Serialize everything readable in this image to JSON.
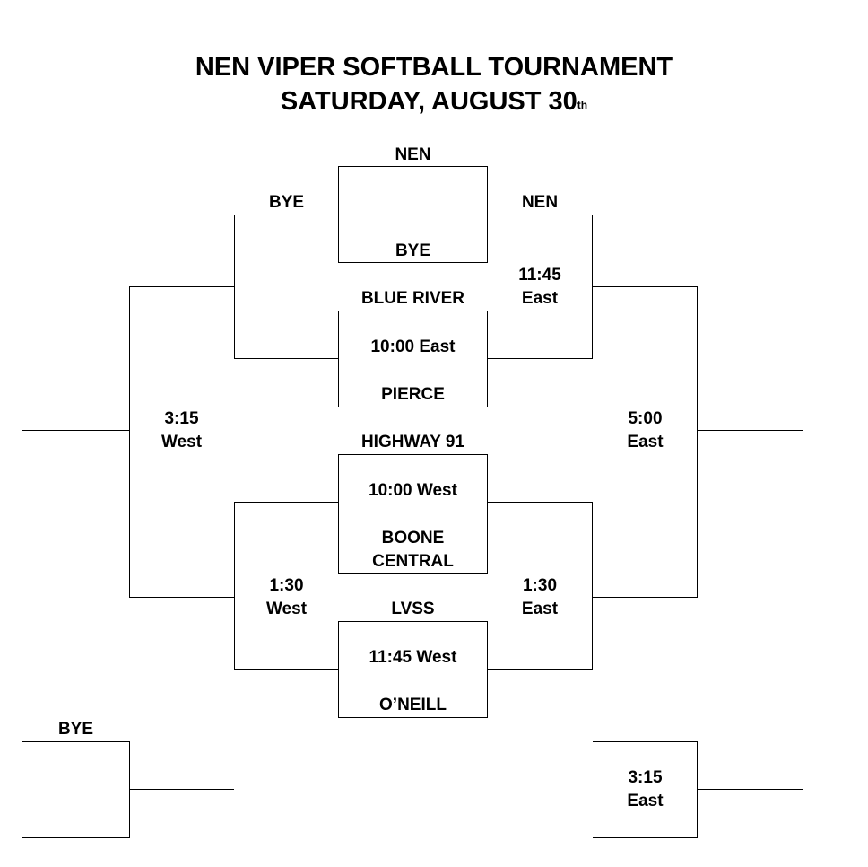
{
  "header": {
    "title_line1": "NEN VIPER SOFTBALL TOURNAMENT",
    "title_line2": "SATURDAY, AUGUST 30",
    "title_sup": "th"
  },
  "games": {
    "g1": {
      "top_team": "NEN",
      "bottom_team": "BYE",
      "time": ""
    },
    "g2": {
      "top_team": "BLUE RIVER",
      "bottom_team": "PIERCE",
      "time": "10:00 East"
    },
    "g3": {
      "top_team": "HIGHWAY 91",
      "bottom_team": "BOONE",
      "bottom_team_line2": "CENTRAL",
      "time": "10:00 West"
    },
    "g4": {
      "top_team": "LVSS",
      "bottom_team": "O’NEILL",
      "time": "11:45 West"
    }
  },
  "left_bracket": {
    "bye": "BYE",
    "game_1_30_time": "1:30",
    "game_1_30_site": "West",
    "game_3_15_time": "3:15",
    "game_3_15_site": "West"
  },
  "right_bracket": {
    "nen": "NEN",
    "game_11_45_time": "11:45",
    "game_11_45_site": "East",
    "game_1_30_time": "1:30",
    "game_1_30_site": "East",
    "game_5_00_time": "5:00",
    "game_5_00_site": "East"
  },
  "bottom": {
    "bye": "BYE",
    "game_3_15_time": "3:15",
    "game_3_15_site": "East"
  }
}
